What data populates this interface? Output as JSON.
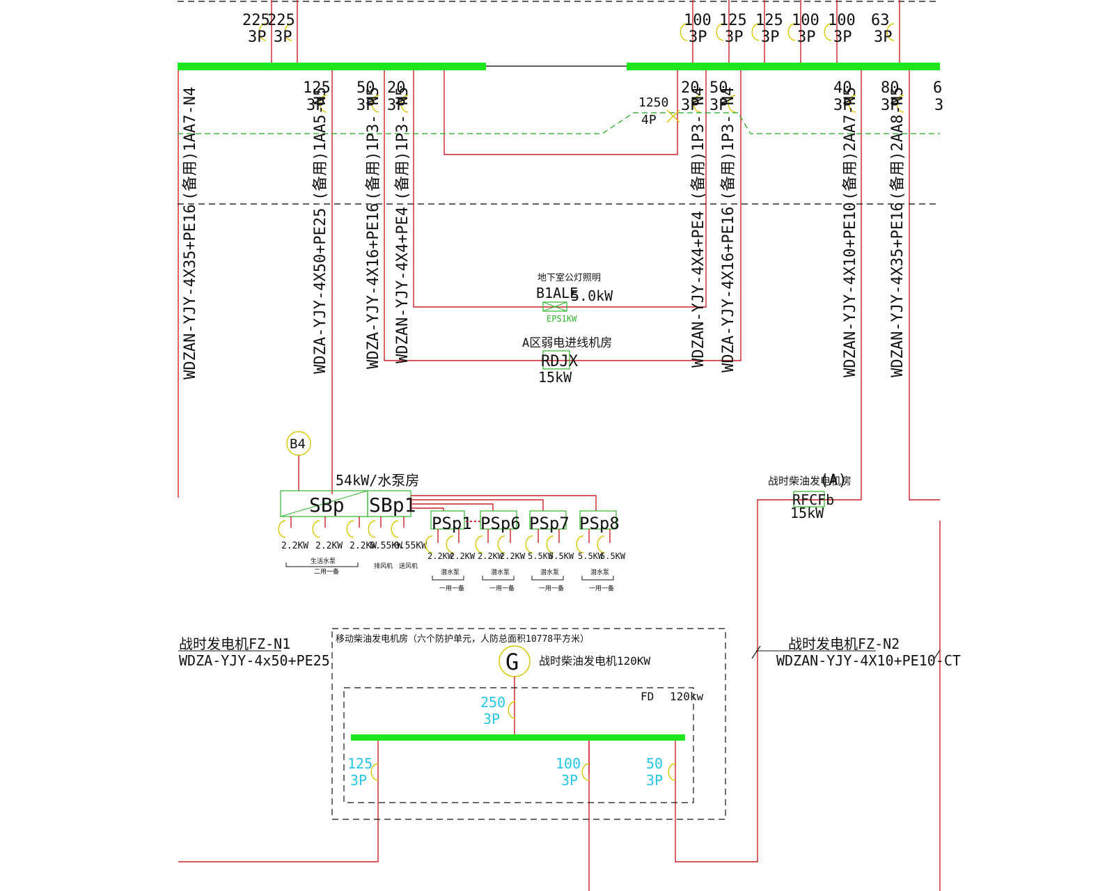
{
  "colors": {
    "background": "#ffffff",
    "busbar": "#1ee61e",
    "wire": "#cc1f27",
    "label": "#111111",
    "symbol_yellow": "#d9c800",
    "symbol_green": "#2fb52f",
    "cyan_text": "#27c6e6",
    "dashed": "#1ea81e",
    "black": "#000000"
  },
  "top_breakers_left": [
    {
      "rating": "225",
      "poles": "3P"
    },
    {
      "rating": "225",
      "poles": "3P"
    }
  ],
  "top_breakers_right": [
    {
      "rating": "100",
      "poles": "3P"
    },
    {
      "rating": "125",
      "poles": "3P"
    },
    {
      "rating": "125",
      "poles": "3P"
    },
    {
      "rating": "100",
      "poles": "3P"
    },
    {
      "rating": "100",
      "poles": "3P"
    },
    {
      "rating": "63",
      "poles": "3P"
    }
  ],
  "lower_breakers": [
    {
      "rating": "125",
      "poles": "3P"
    },
    {
      "rating": "50",
      "poles": "3P"
    },
    {
      "rating": "20",
      "poles": "3P"
    },
    {
      "rating": "20",
      "poles": "3P"
    },
    {
      "rating": "50",
      "poles": "3P"
    },
    {
      "rating": "40",
      "poles": "3P"
    },
    {
      "rating": "80",
      "poles": "3P"
    },
    {
      "rating": "6",
      "poles": "3"
    }
  ],
  "tie_breaker": {
    "rating": "1250",
    "poles": "4P"
  },
  "circuit_ids": [
    "(备用)1AA7-N4",
    "(备用)1AA5-N5",
    "(备用)1P3- N5",
    "(备用)1P3- N5",
    "(备用)1P3- N4",
    "(备用)1P3- N4",
    "(备用)2AA7-N5",
    "(备用)2AA8-N5"
  ],
  "cables": [
    "WDZAN-YJY-4X35+PE16",
    "WDZA-YJY-4X50+PE25",
    "WDZA-YJY-4X16+PE16",
    "WDZAN-YJY-4X4+PE4",
    "WDZAN-YJY-4X4+PE4",
    "WDZA-YJY-4X16+PE16",
    "WDZAN-YJY-4X10+PE10",
    "WDZAN-YJY-4X35+PE16"
  ],
  "loads": {
    "lighting": {
      "title": "地下室公灯照明",
      "code": "B1ALE",
      "power": "5.0kW",
      "eps": "EPS1KW"
    },
    "weak_room": {
      "title": "A区弱电进线机房",
      "code": "RDJX",
      "power": "15kW"
    },
    "generator_room": {
      "title": "战时柴油发电机房",
      "tag": "(A)",
      "code": "RFCFb",
      "power": "15kW"
    }
  },
  "pump_room": {
    "bubble": "B4",
    "title": "54kW/水泵房",
    "panels": [
      "SBp",
      "SBp1"
    ],
    "sub_panels": [
      "PSp1",
      "PSp6",
      "PSp7",
      "PSp8"
    ],
    "sbp_loads": [
      "2.2KW",
      "2.2KW",
      "2.2KW",
      "0.55KW",
      "0.55KW"
    ],
    "sbp_notes": [
      "生活水泵",
      "二用一备",
      "排风机",
      "送风机"
    ],
    "psp_loads": [
      "2.2KW",
      "2.2KW",
      "2.2KW",
      "2.2KW",
      "5.5KW",
      "5.5KW",
      "5.5KW",
      "5.5KW"
    ],
    "psp_notes": [
      "潜水泵",
      "一用一备"
    ]
  },
  "feeders": {
    "left": {
      "label": "战时发电机FZ-N1",
      "cable": "WDZA-YJY-4x50+PE25"
    },
    "right": {
      "label": "战时发电机FZ-N2",
      "cable": "WDZAN-YJY-4X10+PE10-CT"
    }
  },
  "generator": {
    "outer_label": "移动柴油发电机房（六个防护单元，人防总面积10778平方米）",
    "symbol": "G",
    "label": "战时柴油发电机120KW",
    "inner_code": "FD",
    "inner_power": "120kw",
    "main_breaker": {
      "rating": "250",
      "poles": "3P"
    },
    "out_breakers": [
      {
        "rating": "125",
        "poles": "3P"
      },
      {
        "rating": "100",
        "poles": "3P"
      },
      {
        "rating": "50",
        "poles": "3P"
      }
    ]
  }
}
